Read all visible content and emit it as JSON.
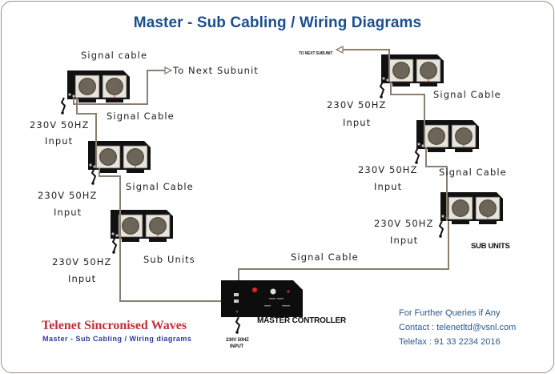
{
  "title": "Master - Sub Cabling / Wiring Diagrams",
  "left_chain": {
    "top_label": "Signal cable",
    "to_next": "To Next Subunit",
    "units": [
      {
        "power_line1": "230V 50HZ",
        "power_line2": "Input",
        "cable_label": "Signal Cable"
      },
      {
        "power_line1": "230V 50HZ",
        "power_line2": "Input",
        "cable_label": "Signal Cable"
      },
      {
        "power_line1": "230V 50HZ",
        "power_line2": "Input",
        "cable_label": "Sub Units"
      }
    ]
  },
  "right_chain": {
    "to_next": "TO NEXT SUBUNIT",
    "units": [
      {
        "power_line1": "230V 50HZ",
        "power_line2": "Input",
        "cable_label": "Signal Cable"
      },
      {
        "power_line1": "230V 50HZ",
        "power_line2": "Input",
        "cable_label": "Signal Cable"
      },
      {
        "power_line1": "230V 50HZ",
        "power_line2": "Input",
        "cable_label": "SUB UNITS"
      }
    ]
  },
  "master": {
    "link_label": "Signal Cable",
    "name": "MASTER CONTROLLER",
    "power_line1": "230V 50HZ",
    "power_line2": "INPUT"
  },
  "branding": {
    "company": "Telenet Sincronised Waves",
    "subtitle": "Master - Sub Cabling / Wiring diagrams"
  },
  "contact": {
    "line1": "For Further Queries if Any",
    "line2": "Contact : telenetltd@vsnl.com",
    "line3": "Telefax : 91 33 2234 2016"
  },
  "colors": {
    "title": "#1a4f8f",
    "cable": "#8a7f70",
    "unit_body": "#111111",
    "speaker_face": "#e8e4dc",
    "company": "#c0303a",
    "subtitle": "#2e3a9e",
    "contact": "#2d5a8c"
  }
}
